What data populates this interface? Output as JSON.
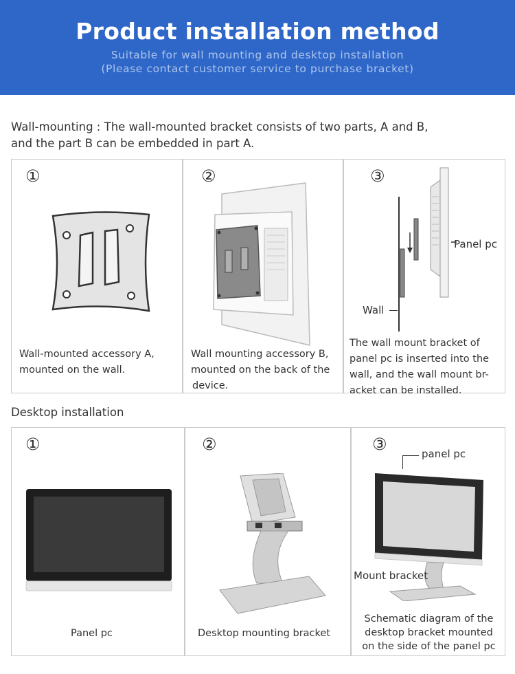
{
  "banner": {
    "title": "Product installation method",
    "subtitle_1": "Suitable for wall mounting and desktop installation",
    "subtitle_2": "(Please contact customer service to purchase bracket)"
  },
  "wall": {
    "description_1": "Wall-mounting : The wall-mounted bracket consists of two parts, A and B,",
    "description_2": "and the part B can be embedded in part A.",
    "panels": [
      {
        "number": "①",
        "caption_1": "Wall-mounted accessory A,",
        "caption_2": "mounted on the wall."
      },
      {
        "number": "②",
        "caption_1": "Wall mounting accessory B,",
        "caption_2": "mounted on the back of the",
        "caption_3": "device."
      },
      {
        "number": "③",
        "label_panel": "Panel pc",
        "label_wall": "Wall",
        "caption_1": "The wall mount bracket of",
        "caption_2": "panel pc is inserted into the",
        "caption_3": "wall, and the wall mount br-",
        "caption_4": "acket can be installed."
      }
    ]
  },
  "desktop": {
    "title": "Desktop installation",
    "panels": [
      {
        "number": "①",
        "caption": "Panel pc"
      },
      {
        "number": "②",
        "caption": "Desktop mounting bracket"
      },
      {
        "number": "③",
        "label_panel": "panel pc",
        "label_mount": "Mount bracket",
        "caption_1": "Schematic diagram of the",
        "caption_2": "desktop bracket mounted",
        "caption_3": "on the side of the panel pc"
      }
    ]
  }
}
